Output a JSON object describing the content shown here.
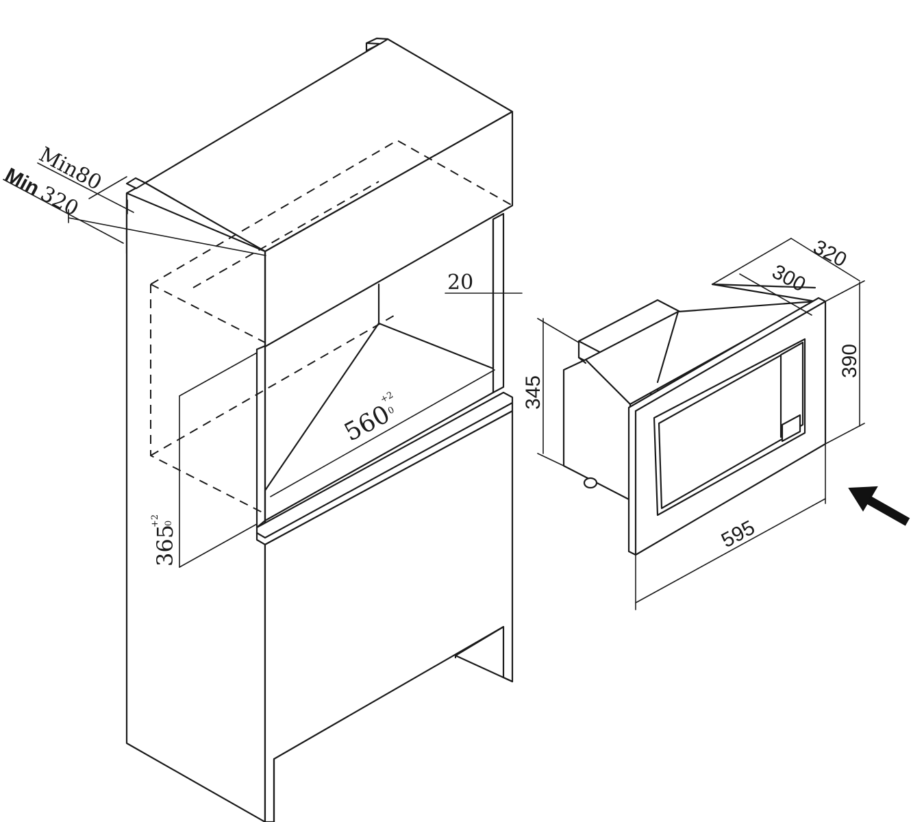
{
  "labels": {
    "min80": "Min80",
    "min320_a": "Min",
    "min320_b": "320",
    "gap": "20",
    "width_cut": "560",
    "width_tol_top": "+2",
    "width_tol_bot": "0",
    "height_cut": "365",
    "height_tol_top": "+2",
    "height_tol_bot": "0",
    "depth_total": "320",
    "depth_body": "300",
    "height_total": "390",
    "height_body": "345",
    "width_total": "595"
  },
  "colors": {
    "line": "#1a1a1a",
    "background": "#ffffff"
  },
  "icons": {
    "insert_arrow": "arrow-up-left-icon"
  }
}
